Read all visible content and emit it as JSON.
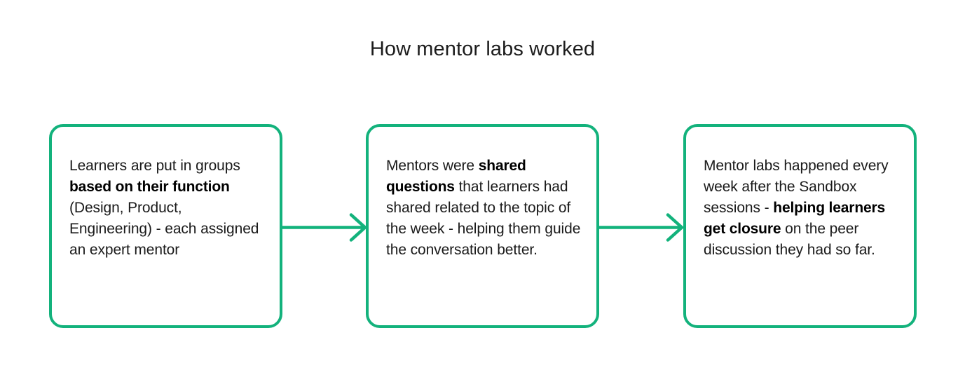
{
  "title": "How mentor labs worked",
  "theme": {
    "background": "#ffffff",
    "accent_green": "#13b27c",
    "text_color": "#1a1a1a",
    "title_color": "#1c1c1c"
  },
  "flow": {
    "steps": [
      {
        "id": "step-1",
        "segments": [
          {
            "text": "Learners are put in groups ",
            "bold": false
          },
          {
            "text": "based on their function",
            "bold": true
          },
          {
            "text": " (Design, Product, Engineering) - each assigned an expert mentor",
            "bold": false
          }
        ],
        "plain_text": "Learners are put in groups based on their function (Design, Product, Engineering) - each assigned an expert mentor"
      },
      {
        "id": "step-2",
        "segments": [
          {
            "text": "Mentors were ",
            "bold": false
          },
          {
            "text": "shared questions",
            "bold": true
          },
          {
            "text": " that learners had shared related to the topic of the week - helping them guide the conversation better.",
            "bold": false
          }
        ],
        "plain_text": "Mentors were shared questions that learners had shared related to the topic of the week - helping them guide the conversation better."
      },
      {
        "id": "step-3",
        "segments": [
          {
            "text": "Mentor labs happened every week after the Sandbox sessions - ",
            "bold": false
          },
          {
            "text": "helping learners get closure",
            "bold": true
          },
          {
            "text": " on the peer discussion they had so far.",
            "bold": false
          }
        ],
        "plain_text": "Mentor labs happened every week after the Sandbox sessions - helping learners get closure on the peer discussion they had so far."
      }
    ],
    "connectors": [
      {
        "id": "connector-1",
        "from": "step-1",
        "to": "step-2",
        "icon": "arrow-right-icon"
      },
      {
        "id": "connector-2",
        "from": "step-2",
        "to": "step-3",
        "icon": "arrow-right-icon"
      }
    ]
  }
}
